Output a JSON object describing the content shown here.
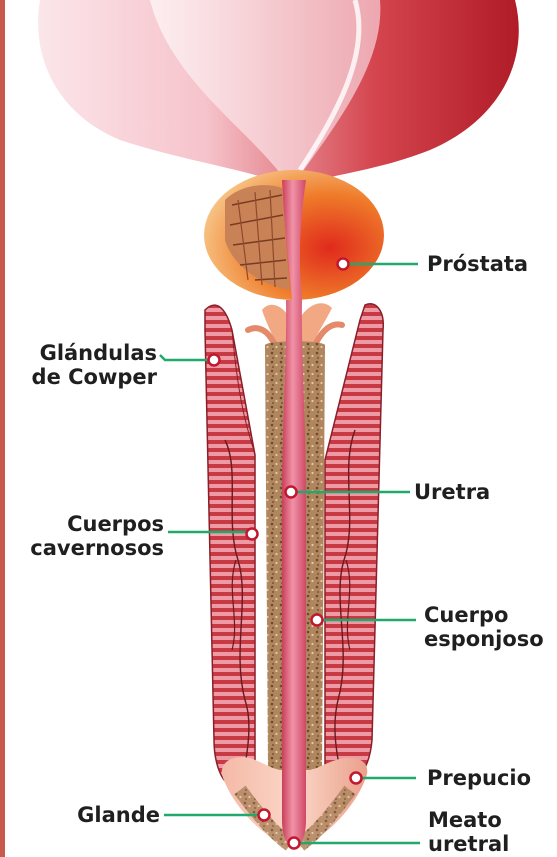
{
  "labels": {
    "prostata": "Próstata",
    "cowper_1": "Glándulas",
    "cowper_2": "de Cowper",
    "uretra": "Uretra",
    "cavernosos_1": "Cuerpos",
    "cavernosos_2": "cavernosos",
    "esponjoso_1": "Cuerpo",
    "esponjoso_2": "esponjoso",
    "prepucio": "Prepucio",
    "glande": "Glande",
    "meato_1": "Meato",
    "meato_2": "uretral"
  },
  "colors": {
    "leader_line": "#21a86a",
    "marker_ring": "#c2182f",
    "marker_fill": "#ffffff",
    "urethra": "#e0607a",
    "cavernous": "#c4323e",
    "spongy": "#a9825e",
    "prostate": "#e88a2c",
    "bladder": "#c8242e",
    "text": "#1f1f1f"
  }
}
